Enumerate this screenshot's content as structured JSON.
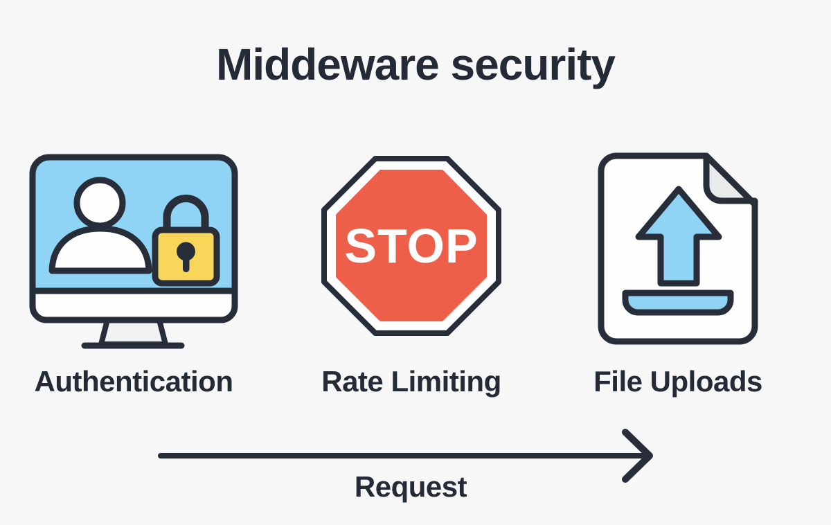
{
  "diagram": {
    "title": "Middeware security",
    "stages": [
      {
        "label": "Authentication",
        "icon": "monitor-user-lock-icon"
      },
      {
        "label": "Rate Limiting",
        "icon": "stop-sign-icon",
        "icon_text": "STOP"
      },
      {
        "label": "File Uploads",
        "icon": "file-upload-icon"
      }
    ],
    "flow": {
      "label": "Request",
      "direction": "left-to-right"
    }
  },
  "colors": {
    "outline": "#272E3A",
    "blue": "#8FD4F4",
    "yellow": "#F7D65A",
    "red": "#EE5F4A",
    "white": "#FEFEFE",
    "fold": "#E9EAEB",
    "stand": "#F1F1F2",
    "background": "#F7F7F8",
    "text": "#242B36"
  }
}
